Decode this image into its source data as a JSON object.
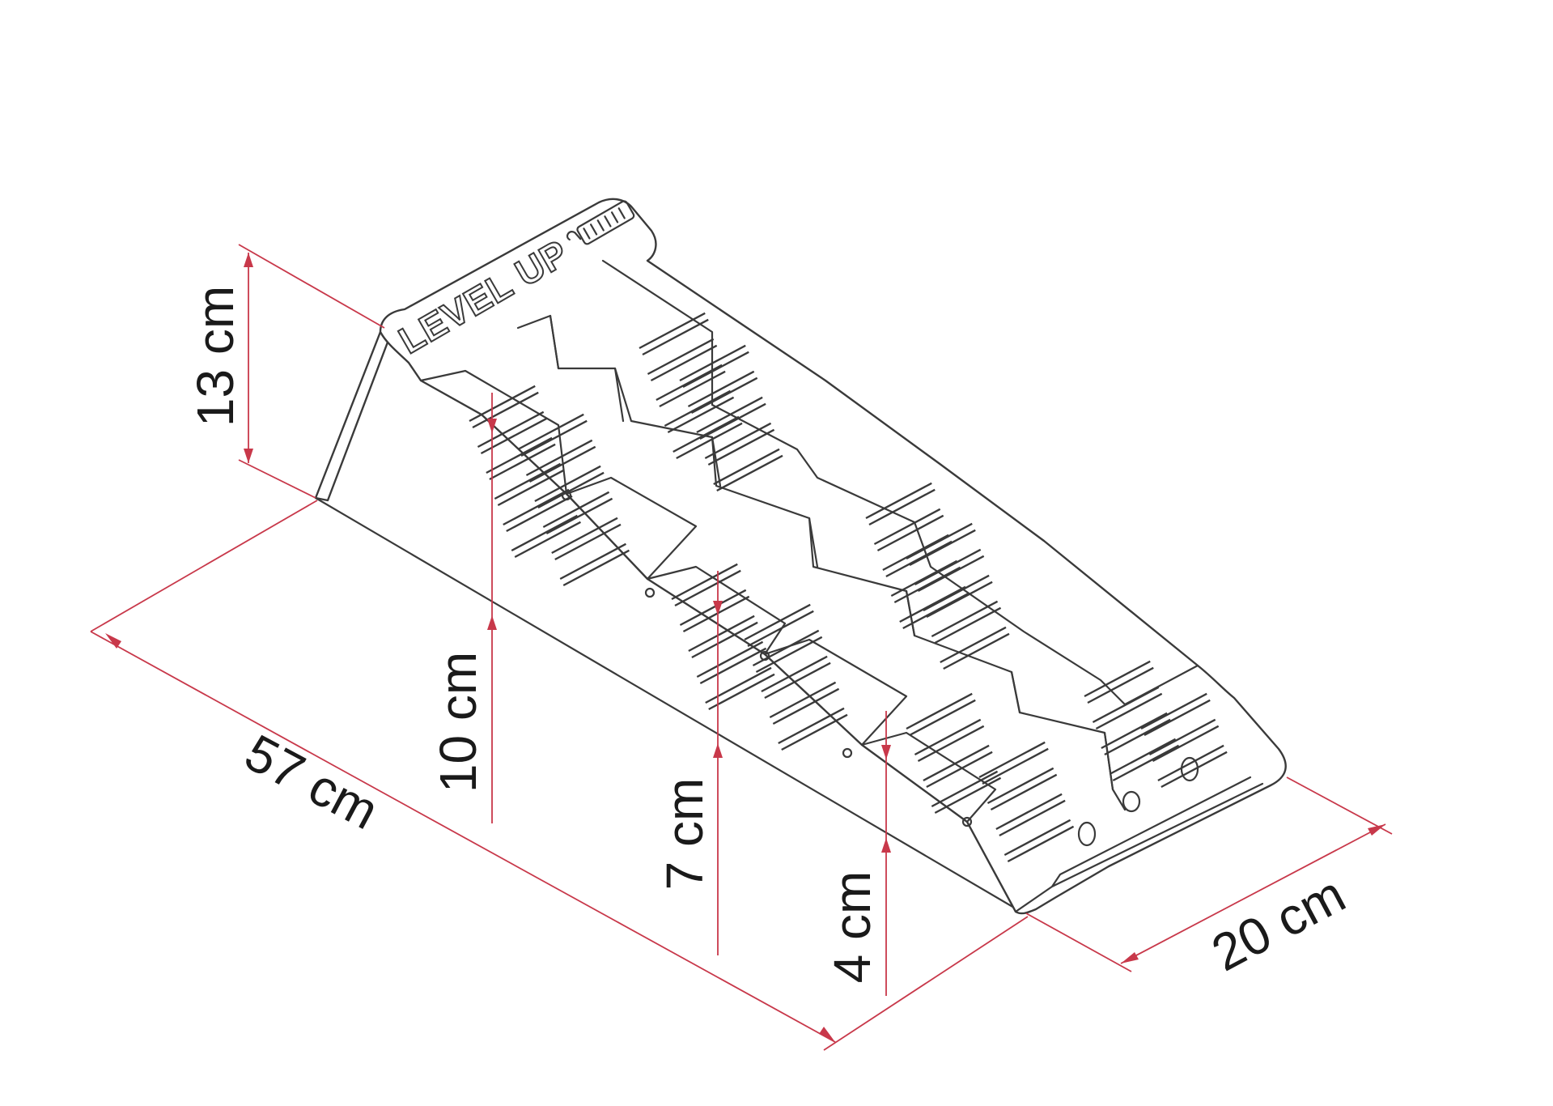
{
  "product": {
    "embossed_text": "LEVEL UP",
    "logo_icon": "fiamma-logo-icon"
  },
  "dimensions": {
    "length": "57 cm",
    "width": "20 cm",
    "height_total": "13 cm",
    "step_1": "10 cm",
    "step_2": "7 cm",
    "step_3": "4 cm"
  },
  "colors": {
    "dimension_line": "#c8384a",
    "outline": "#3a3a3a",
    "text": "#1a1a1a"
  }
}
